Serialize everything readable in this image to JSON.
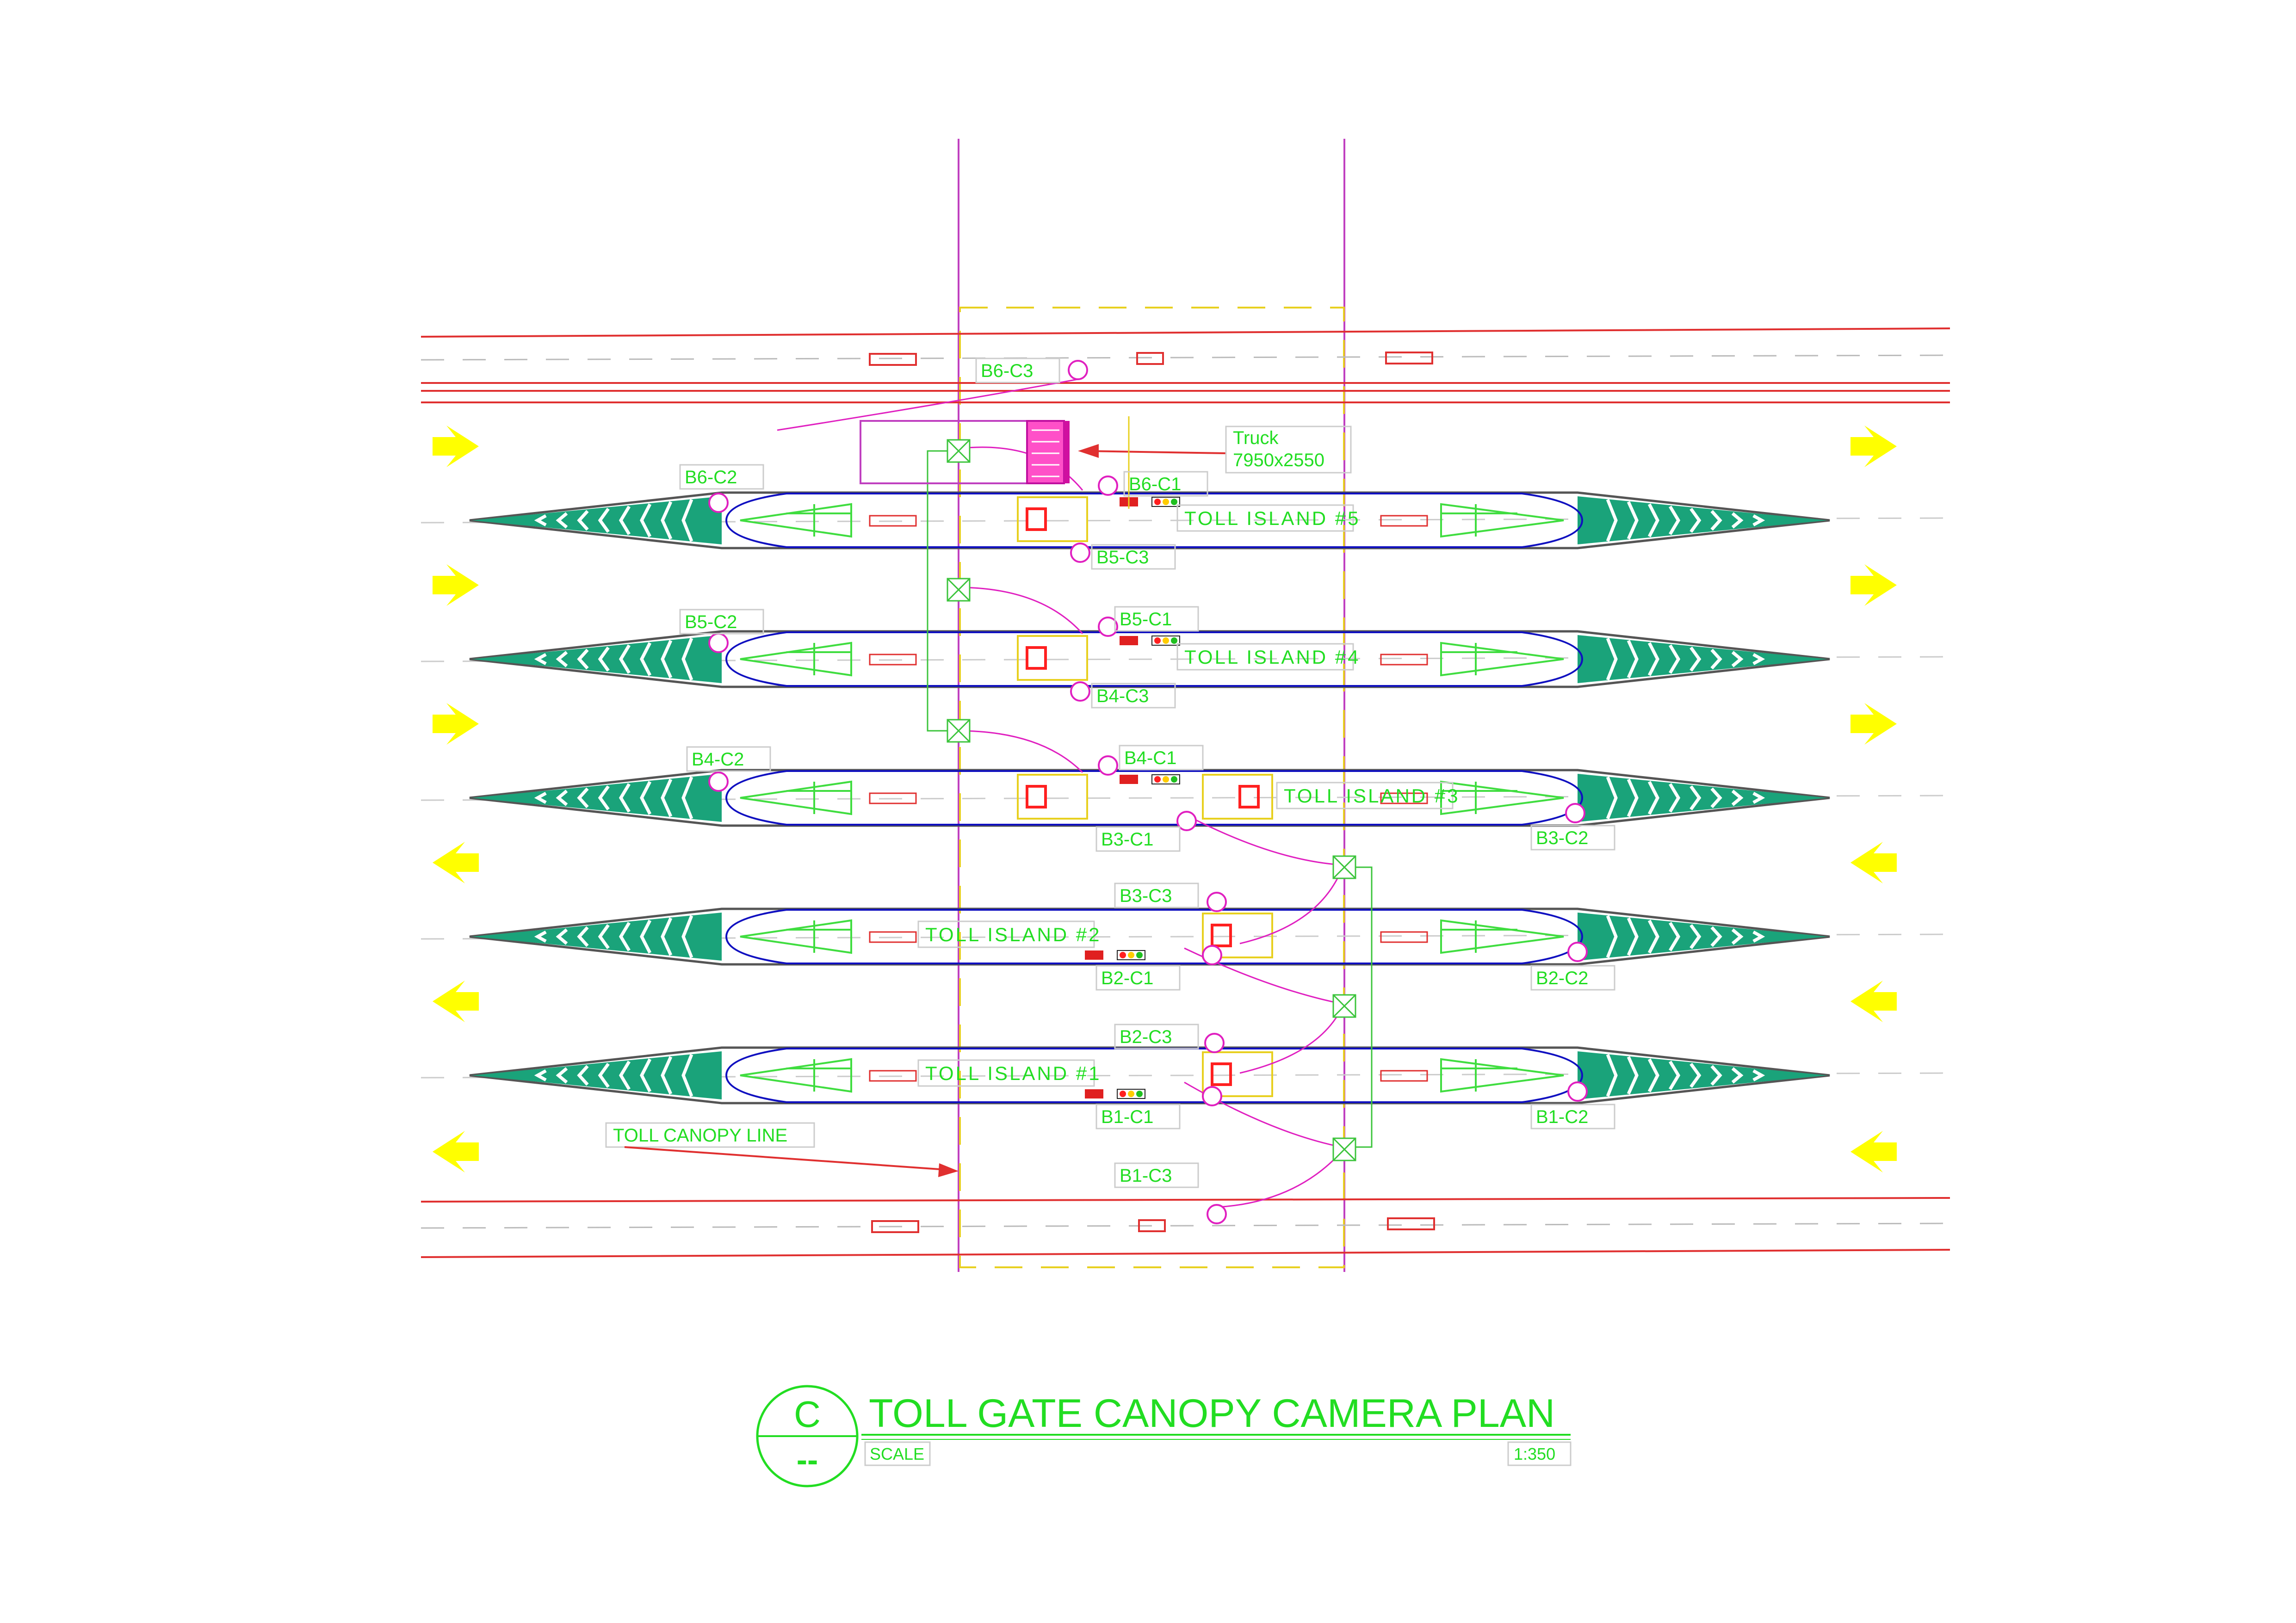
{
  "title_block": {
    "detail_letter": "C",
    "detail_sheet": "--",
    "title": "TOLL GATE CANOPY CAMERA PLAN",
    "scale_label": "SCALE",
    "scale_value": "1:350"
  },
  "islands": [
    {
      "label": "TOLL ISLAND #5",
      "direction": "right",
      "cameras": [
        "B6-C2",
        "B6-C1",
        "B5-C3"
      ]
    },
    {
      "label": "TOLL ISLAND #4",
      "direction": "right",
      "cameras": [
        "B5-C2",
        "B5-C1",
        "B4-C3"
      ]
    },
    {
      "label": "TOLL ISLAND #3",
      "direction": "mixed",
      "cameras": [
        "B4-C2",
        "B4-C1",
        "B3-C1",
        "B3-C2"
      ]
    },
    {
      "label": "TOLL ISLAND #2",
      "direction": "left",
      "cameras": [
        "B3-C3",
        "B2-C1",
        "B2-C2"
      ]
    },
    {
      "label": "TOLL ISLAND #1",
      "direction": "left",
      "cameras": [
        "B2-C3",
        "B1-C1",
        "B1-C2"
      ]
    }
  ],
  "labels": {
    "b6c3": "B6-C3",
    "b6c2": "B6-C2",
    "b6c1": "B6-C1",
    "b5c3": "B5-C3",
    "b5c2": "B5-C2",
    "b5c1": "B5-C1",
    "b4c3": "B4-C3",
    "b4c2": "B4-C2",
    "b4c1": "B4-C1",
    "b3c1": "B3-C1",
    "b3c2": "B3-C2",
    "b3c3": "B3-C3",
    "b2c1": "B2-C1",
    "b2c2": "B2-C2",
    "b2c3": "B2-C3",
    "b1c1": "B1-C1",
    "b1c2": "B1-C2",
    "b1c3": "B1-C3"
  },
  "truck": {
    "line1": "Truck",
    "line2": "7950x2550"
  },
  "canopy_label": "TOLL CANOPY LINE",
  "colors": {
    "road_line": "#e03030",
    "island_outline": "#1010c0",
    "chevron_fill": "#1aa37a",
    "label_text": "#22dd22",
    "camera": "#e020c0",
    "arrow": "#ffff00",
    "canopy": "#e8d020",
    "grid_line": "#c040c0"
  }
}
